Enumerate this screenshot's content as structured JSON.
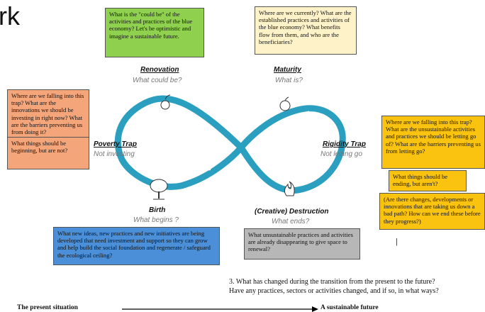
{
  "partial_heading": "rk",
  "notes": {
    "top_green": "What is the \"could be\" of the activities and practices of the blue economy? Let's be optimistic and imagine a sustainable future.",
    "top_yellow": "Where are we currently? What are the established practices and activities of the blue economy? What benefits flow from them, and who are the beneficiaries?",
    "left_orange_1": "Where are we falling into this trap? What are the innovations we should be investing in right now? What are the barriers preventing us from doing it?",
    "left_orange_2": "What things should be beginning, but are not?",
    "right_amber_1": "Where are we falling into this trap? What are the unsustainable activities and practices we should be letting go of? What are the barriers preventing us from letting go?",
    "right_amber_2": "What things should be ending, but aren't?",
    "right_amber_3": "(Are there changes, developments or innovations that are taking us down a bad path? How can we end these before they progress?)",
    "bottom_blue": "What new ideas, new practices and new initiatives are being developed that need investment and support so they can grow and help build the social foundation and regenerate / safeguard the ecological ceiling?",
    "bottom_gray": "What unsustainable practices and activities are already disappearing to give space to renewal?"
  },
  "phases": {
    "renovation": {
      "title": "Renovation",
      "subtitle": "What could be?"
    },
    "maturity": {
      "title": "Maturity",
      "subtitle": "What is?"
    },
    "poverty_trap": {
      "title": "Poverty Trap",
      "subtitle": "Not investing"
    },
    "rigidity_trap": {
      "title": "Rigidity Trap",
      "subtitle": "Not letting go"
    },
    "birth": {
      "title": "Birth",
      "subtitle": "What begins ?"
    },
    "destruction": {
      "title": "(Creative) Destruction",
      "subtitle": "What ends?"
    }
  },
  "cursor_mark": "|",
  "question_3": {
    "line1": "3. What has changed during the transition from the present to the future?",
    "line2": "Have any practices, sectors or activities changed, and if so, in what ways?"
  },
  "timeline": {
    "from": "The present situation",
    "to": "A sustainable future"
  },
  "colors": {
    "loop": "#2a9fbf",
    "green_note": "#8fd14f",
    "yellow_note": "#fdf2c8",
    "orange_note": "#f4a57a",
    "amber_note": "#f9c30f",
    "blue_note": "#4a8fd8",
    "gray_note": "#b7b7b7"
  }
}
